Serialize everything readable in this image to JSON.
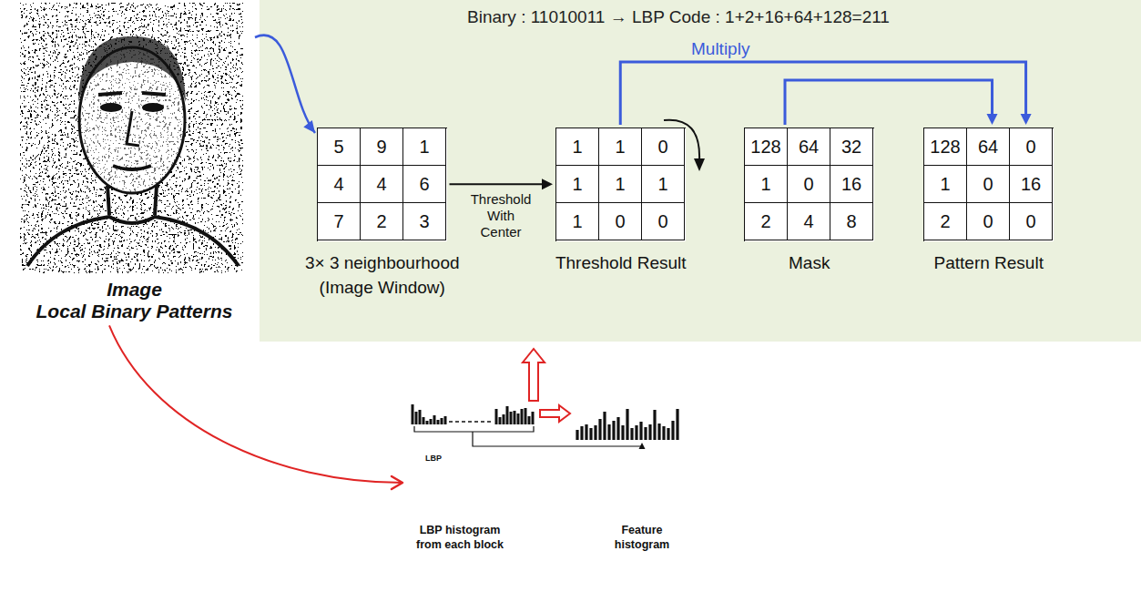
{
  "diagram": {
    "nodes": [
      {
        "text": [
          "Image",
          "Local Binary Patterns"
        ]
      },
      {
        "text": [
          "Binary : 11010011 → LBP Code : 1+2+16+64+128=211"
        ]
      },
      {
        "text": [
          "5",
          "9",
          "1",
          "4",
          "4",
          "6",
          "7",
          "2",
          "3",
          "3× 3 neighbourhood (Image Window)"
        ],
        "in": 1
      },
      {
        "text": [
          "1",
          "1",
          "0",
          "1",
          "1",
          "1",
          "1",
          "0",
          "0",
          "Threshold Result"
        ],
        "in": 1
      },
      {
        "text": [
          "128",
          "64",
          "32",
          "1",
          "0",
          "16",
          "2",
          "4",
          "8",
          "Mask"
        ],
        "in": 1
      },
      {
        "text": [
          "128",
          "64",
          "0",
          "1",
          "0",
          "16",
          "2",
          "0",
          "0",
          "Pattern Result"
        ],
        "in": 1
      },
      {
        "text": [
          "LBP",
          "LBP histogram from each block"
        ]
      },
      {
        "text": [
          "Feature histogram"
        ]
      }
    ],
    "edges": [
      {
        "from": 0,
        "to": 2,
        "arrow": "to"
      },
      {
        "from": 2,
        "to": 3,
        "label": "Threshold With Center",
        "arrow": "to"
      },
      {
        "from": 3,
        "to": 5,
        "label": "Multiply",
        "arrow": "to"
      },
      {
        "from": 4,
        "to": 5,
        "arrow": "to"
      },
      {
        "from": 6,
        "to": 7,
        "arrow": "to"
      },
      {
        "from": 6,
        "to": 7,
        "arrow": "to"
      },
      {
        "from": 6,
        "to": 1,
        "arrow": "to"
      },
      {
        "from": 0,
        "to": 6,
        "arrow": "to"
      }
    ]
  }
}
